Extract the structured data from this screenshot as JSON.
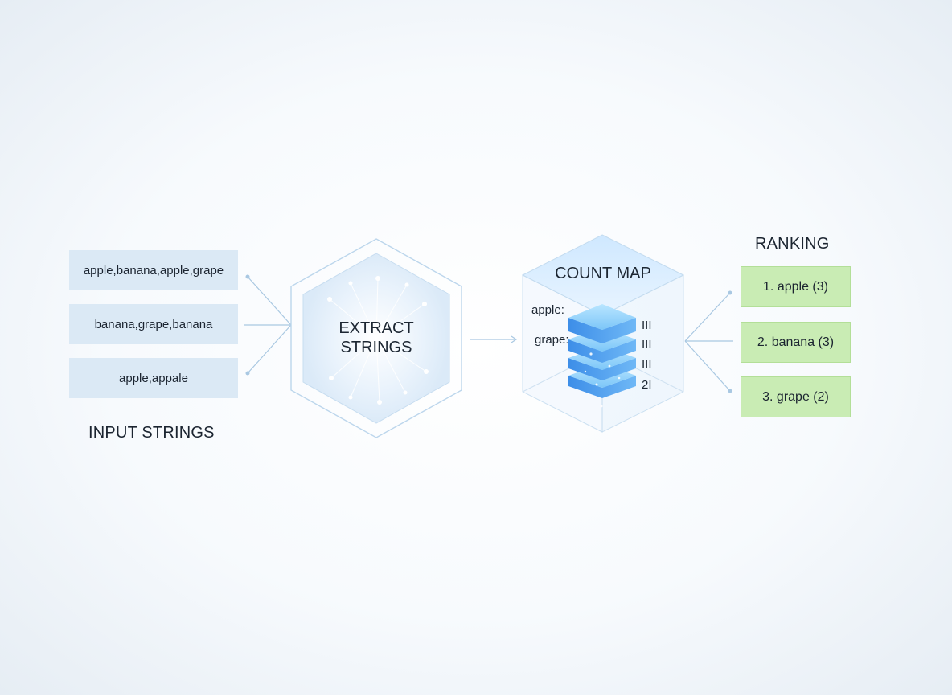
{
  "input": {
    "caption": "INPUT STRINGS",
    "items": [
      {
        "label": "apple,banana,apple,grape"
      },
      {
        "label": "banana,grape,banana"
      },
      {
        "label": "apple,appale"
      }
    ]
  },
  "extract": {
    "line1": "EXTRACT",
    "line2": "STRINGS"
  },
  "count_map": {
    "title": "COUNT MAP",
    "keys": [
      "apple:",
      "grape:"
    ],
    "tallies": [
      "III",
      "III",
      "III",
      "2I"
    ]
  },
  "ranking": {
    "caption": "RANKING",
    "items": [
      {
        "label": "1. apple (3)"
      },
      {
        "label": "2. banana (3)"
      },
      {
        "label": "3. grape (2)"
      }
    ]
  },
  "colors": {
    "input_fill": "#dbe9f5",
    "ranking_fill": "#c9ecb4",
    "line": "#a9c8e2",
    "cube_face": "#5aa8f0"
  }
}
